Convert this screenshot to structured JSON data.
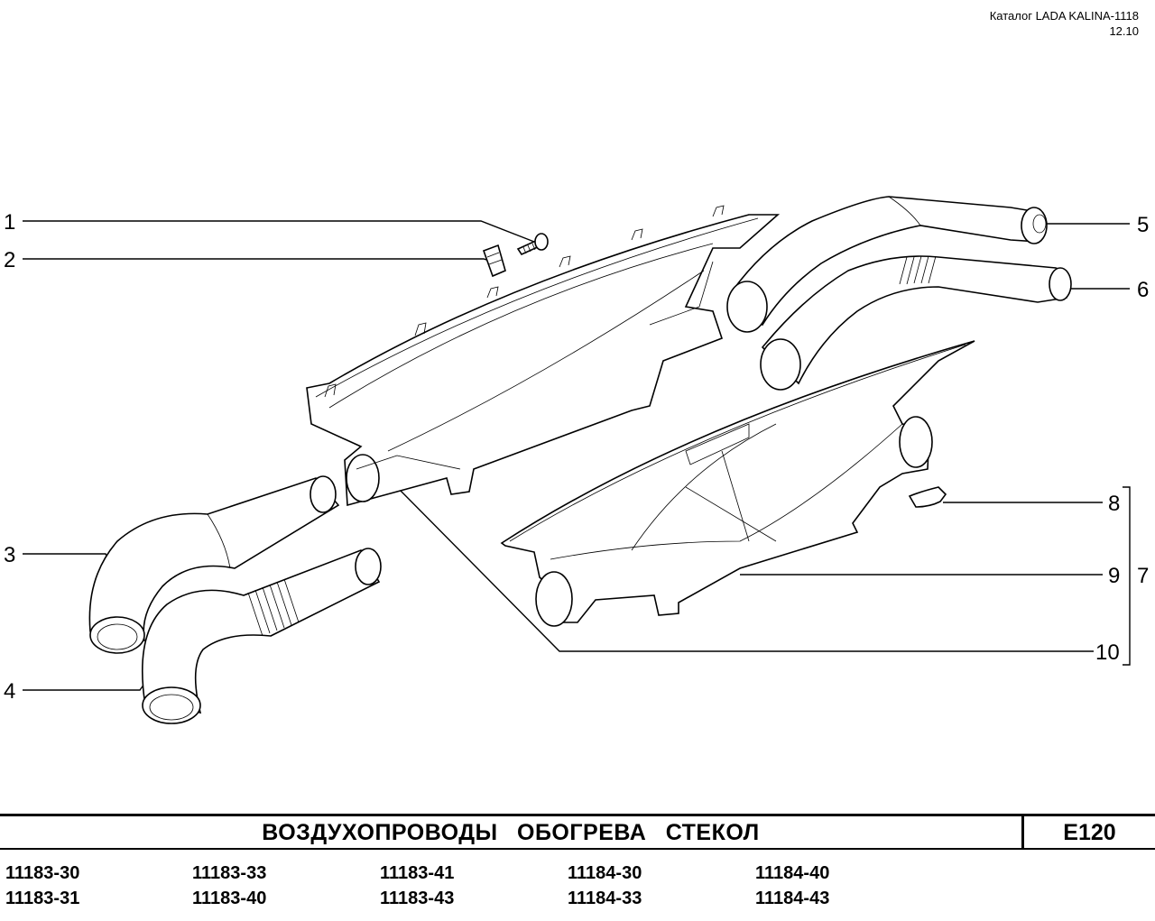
{
  "header": {
    "catalog": "Каталог LADA KALINA-1118",
    "date": "12.10"
  },
  "callouts": [
    "1",
    "2",
    "3",
    "4",
    "5",
    "6",
    "7",
    "8",
    "9",
    "10"
  ],
  "title": "ВОЗДУХОПРОВОДЫ ОБОГРЕВА СТЕКОЛ",
  "page_code": "Е120",
  "models": [
    [
      "11183-30",
      "11183-31"
    ],
    [
      "11183-33",
      "11183-40"
    ],
    [
      "11183-41",
      "11183-43"
    ],
    [
      "11184-30",
      "11184-33"
    ],
    [
      "11184-40",
      "11184-43"
    ]
  ]
}
